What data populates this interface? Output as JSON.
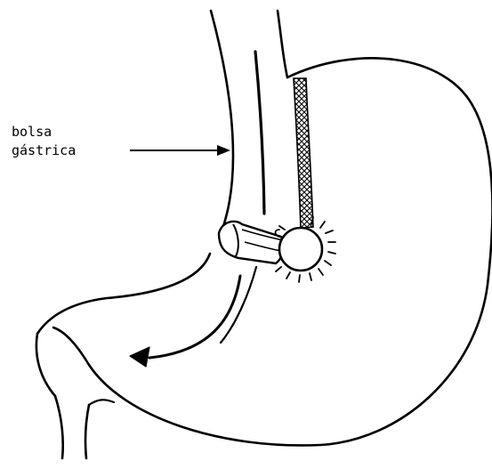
{
  "diagram": {
    "label": {
      "line1": "bolsa",
      "line2": "gástrica"
    },
    "colors": {
      "ink": "#000000",
      "background": "#ffffff"
    },
    "parts": [
      "esophagus",
      "stomach-outline",
      "gastric-pouch",
      "adjustable-band",
      "staple-line",
      "port-reservoir",
      "food-flow-arrow",
      "pointer-arrow",
      "duodenum"
    ]
  }
}
